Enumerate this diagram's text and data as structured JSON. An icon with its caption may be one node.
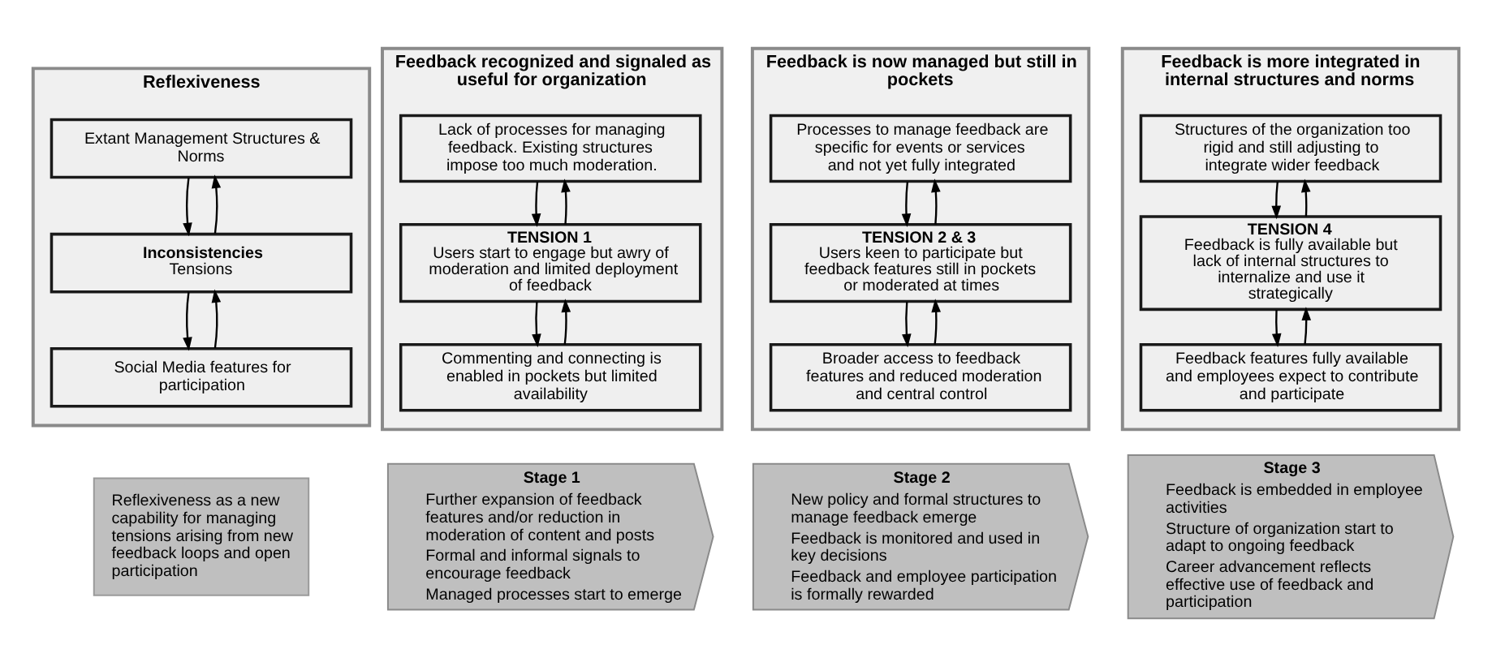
{
  "diagram": {
    "nodes": [
      {
        "text": [
          "Reflexiveness"
        ]
      },
      {
        "text": [
          "Extant Management Structures & Norms"
        ],
        "in": 0
      },
      {
        "text": [
          "Inconsistencies",
          "Tensions"
        ],
        "in": 0
      },
      {
        "text": [
          "Social Media features for participation"
        ],
        "in": 0
      },
      {
        "text": [
          "Feedback recognized and signaled as useful for organization"
        ]
      },
      {
        "text": [
          "Lack of processes for managing feedback. Existing structures impose too much moderation."
        ],
        "in": 4
      },
      {
        "text": [
          "TENSION 1",
          "Users start to engage but awry of moderation and limited deployment of feedback"
        ],
        "in": 4
      },
      {
        "text": [
          "Commenting and connecting is enabled in pockets but limited availability"
        ],
        "in": 4
      },
      {
        "text": [
          "Feedback is now managed but still in pockets"
        ]
      },
      {
        "text": [
          "Processes to manage feedback are specific for events or services and not yet fully integrated"
        ],
        "in": 8
      },
      {
        "text": [
          "TENSION 2 & 3",
          "Users keen to participate but feedback features still in pockets or moderated at times"
        ],
        "in": 8
      },
      {
        "text": [
          "Broader access to feedback features and reduced moderation and central control"
        ],
        "in": 8
      },
      {
        "text": [
          "Feedback is more integrated in internal structures and norms"
        ]
      },
      {
        "text": [
          "Structures of the organization too rigid and still adjusting to integrate wider feedback"
        ],
        "in": 12
      },
      {
        "text": [
          "TENSION 4",
          "Feedback is fully available but lack of internal structures to internalize and use it strategically"
        ],
        "in": 12
      },
      {
        "text": [
          "Feedback features fully available and employees expect to contribute and participate"
        ],
        "in": 12
      },
      {
        "text": [
          "Reflexiveness as a new capability for managing tensions arising from new feedback loops and open participation"
        ]
      },
      {
        "text": [
          "Stage 1",
          "Further expansion of feedback features and/or reduction in moderation of content and posts",
          "Formal and informal signals to encourage feedback",
          "Managed processes start to emerge"
        ]
      },
      {
        "text": [
          "Stage 2",
          "New policy and formal structures to manage feedback emerge",
          "Feedback is monitored and used in key decisions",
          "Feedback and employee participation is formally rewarded"
        ]
      },
      {
        "text": [
          "Stage 3",
          "Feedback is embedded in employee activities",
          "Structure of organization start to adapt to ongoing feedback",
          "Career advancement reflects effective use of feedback and participation"
        ]
      }
    ],
    "edges": [
      {
        "from": 2,
        "to": 1,
        "arrow": "to"
      },
      {
        "from": 1,
        "to": 2,
        "arrow": "to"
      },
      {
        "from": 3,
        "to": 2,
        "arrow": "to"
      },
      {
        "from": 2,
        "to": 3,
        "arrow": "to"
      },
      {
        "from": 6,
        "to": 5,
        "arrow": "to"
      },
      {
        "from": 5,
        "to": 6,
        "arrow": "to"
      },
      {
        "from": 7,
        "to": 6,
        "arrow": "to"
      },
      {
        "from": 6,
        "to": 7,
        "arrow": "to"
      },
      {
        "from": 10,
        "to": 9,
        "arrow": "to"
      },
      {
        "from": 9,
        "to": 10,
        "arrow": "to"
      },
      {
        "from": 11,
        "to": 10,
        "arrow": "to"
      },
      {
        "from": 10,
        "to": 11,
        "arrow": "to"
      },
      {
        "from": 14,
        "to": 13,
        "arrow": "to"
      },
      {
        "from": 13,
        "to": 14,
        "arrow": "to"
      },
      {
        "from": 15,
        "to": 14,
        "arrow": "to"
      },
      {
        "from": 14,
        "to": 15,
        "arrow": "to"
      }
    ]
  }
}
